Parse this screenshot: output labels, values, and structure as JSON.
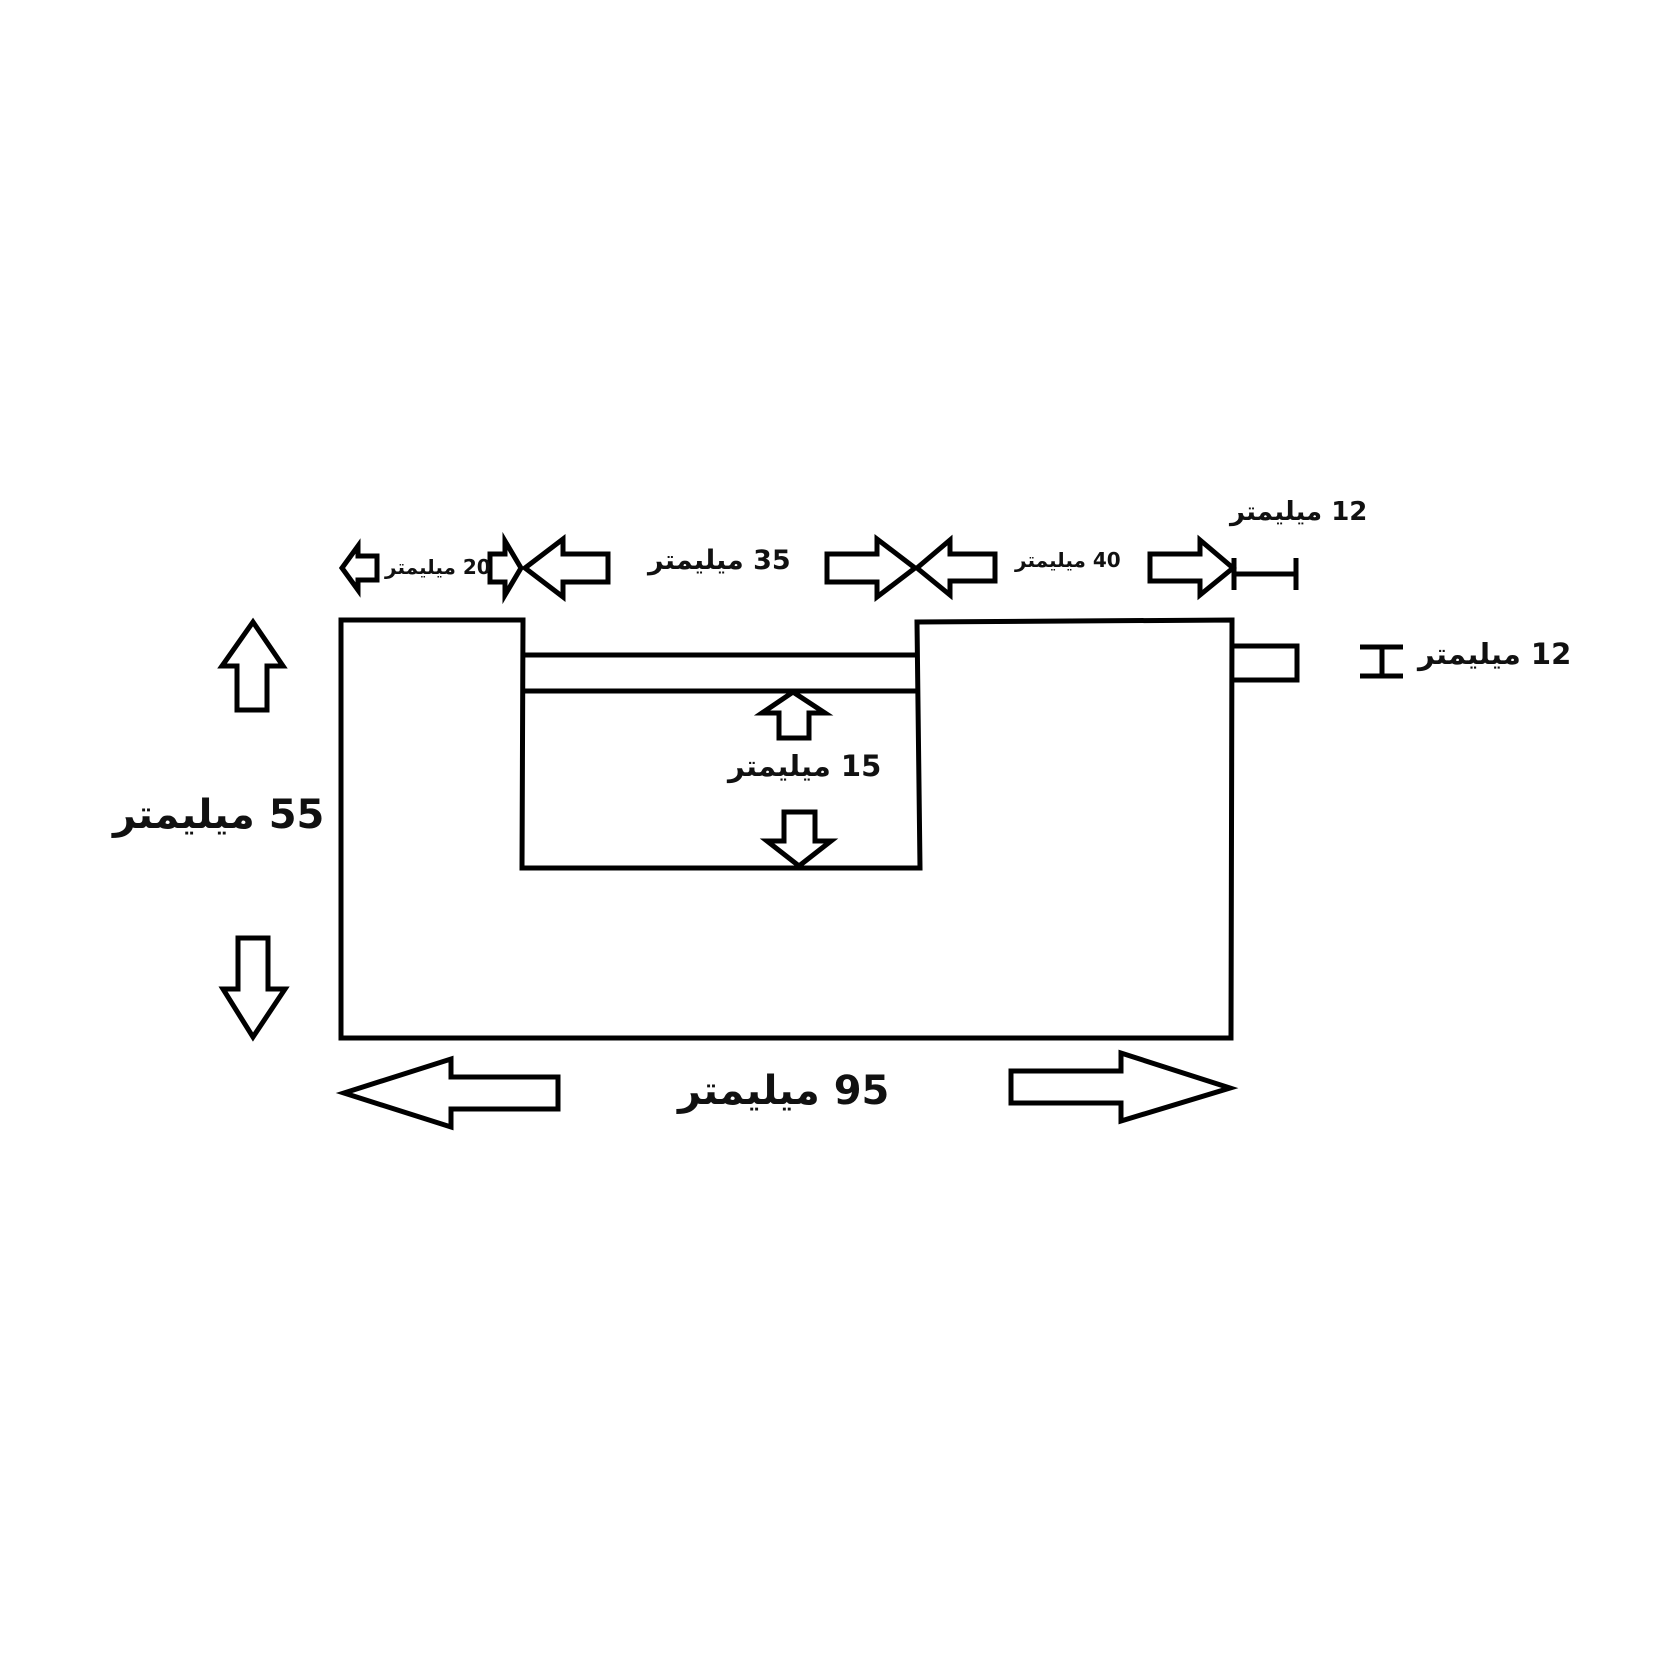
{
  "diagram": {
    "title": "",
    "unit": "میلیمتر",
    "stroke_color": "#000000",
    "background": "#ffffff",
    "labels": {
      "total_width": "95 میلیمتر",
      "total_height": "55 میلیمتر",
      "left_segment_width": "20 میلیمتر",
      "notch_width": "35 میلیمتر",
      "right_segment_width": "40 میلیمتر",
      "pin_length": "12 میلیمتر",
      "pin_height": "12 میلیمتر",
      "notch_depth": "15 میلیمتر"
    },
    "dimensions_mm": {
      "total_width": 95,
      "total_height": 55,
      "left_segment_width": 20,
      "notch_width": 35,
      "right_segment_width": 40,
      "pin_length": 12,
      "pin_height": 12,
      "notch_depth": 15
    }
  }
}
